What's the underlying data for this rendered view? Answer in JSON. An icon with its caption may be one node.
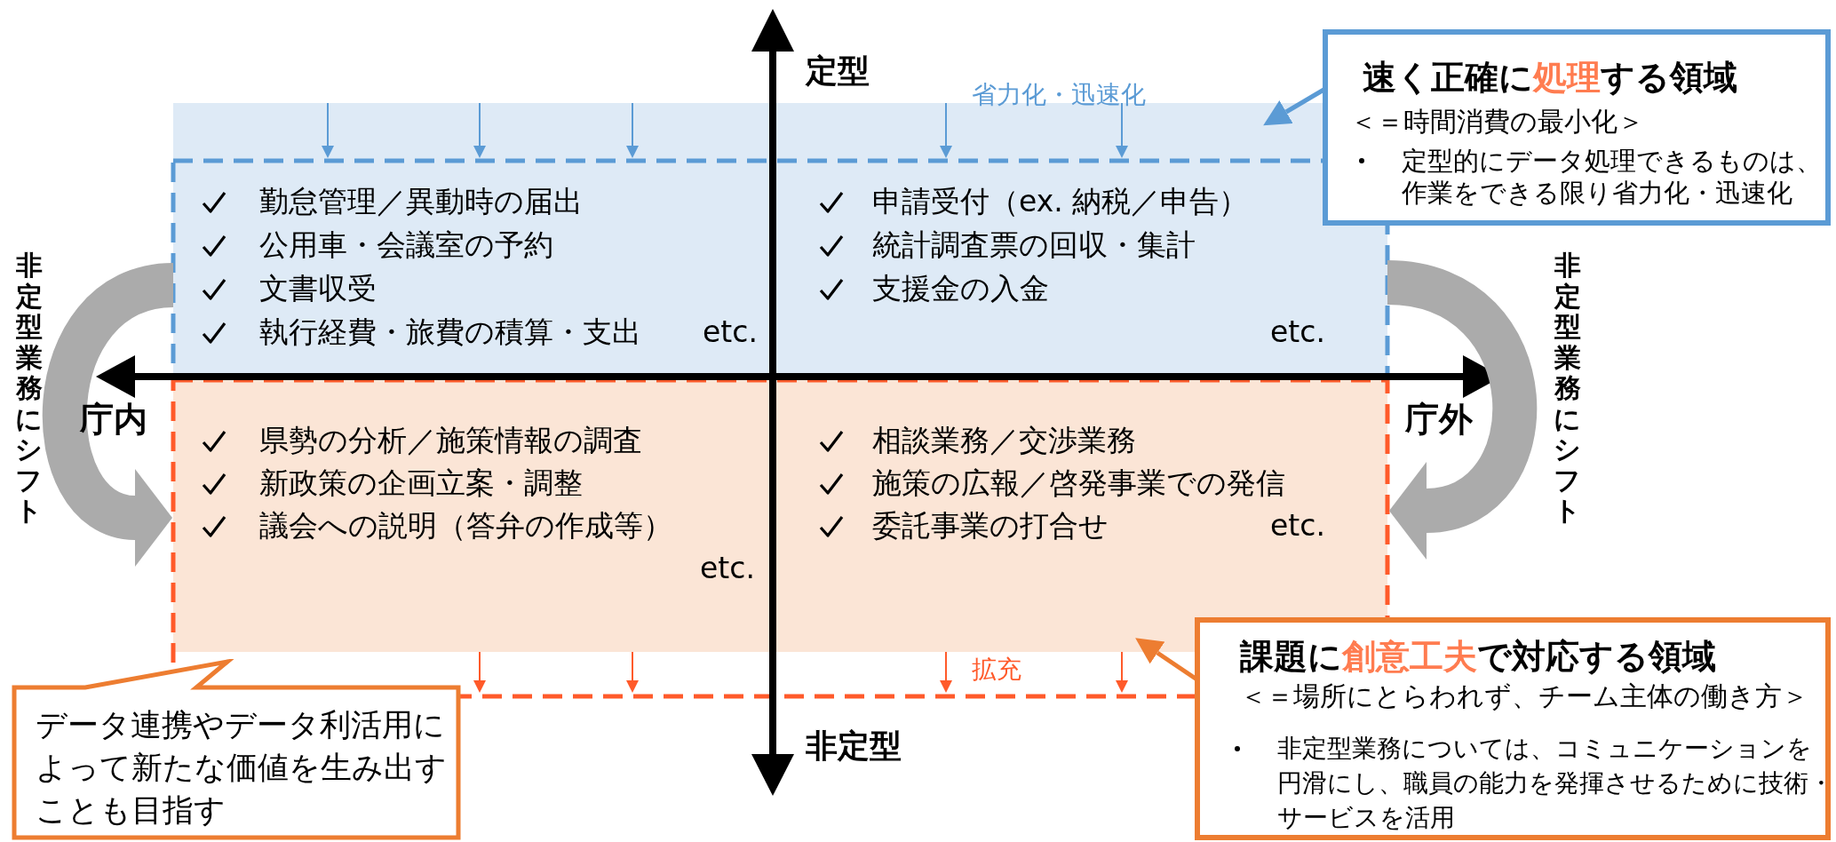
{
  "diagram": {
    "nodes": [
      {
        "text": [
          "勤怠管理／異動時の届出",
          "公用車・会議室の予約",
          "文書収受",
          "執行経費・旅費の積算・支出",
          "etc."
        ]
      },
      {
        "text": [
          "申請受付（ex. 納税／申告）",
          "統計調査票の回収・集計",
          "支援金の入金",
          "etc."
        ]
      },
      {
        "text": [
          "県勢の分析／施策情報の調査",
          "新政策の企画立案・調整",
          "議会への説明（答弁の作成等）",
          "etc."
        ]
      },
      {
        "text": [
          "相談業務／交渉業務",
          "施策の広報／啓発事業での発信",
          "委託事業の打合せ",
          "etc."
        ]
      },
      {
        "text": [
          "速く正確に",
          "処理",
          "する領域",
          "＜＝時間消費の最小化＞",
          "定型的にデータ処理できるものは、作業をできる限り省力化・迅速化"
        ]
      },
      {
        "text": [
          "課題に",
          "創意工夫",
          "で対応する領域",
          "＜＝場所にとらわれず、チーム主体の働き方＞",
          "非定型業務については、コミュニケーションを円滑にし、職員の能力を発揮させるために技術・サービスを活用"
        ]
      },
      {
        "text": [
          "データ連携やデータ利活用によって新たな価値を生み出すことも目指す"
        ]
      }
    ],
    "edges": [
      {
        "from": 4,
        "to": 1,
        "arrow": "to",
        "color": "#5b9bd5"
      },
      {
        "from": 5,
        "to": 3,
        "arrow": "to",
        "color": "#ed7d31"
      },
      {
        "from": 0,
        "to": 2,
        "arrow": "to",
        "style": "thick",
        "color": "#ababab"
      },
      {
        "from": 1,
        "to": 3,
        "arrow": "to",
        "style": "thick",
        "color": "#ababab"
      }
    ],
    "labels": [
      "定型",
      "省力化・迅速化",
      "非定型業務にシフト",
      "非定型業務にシフト",
      "庁内",
      "庁外",
      "拡充",
      "非定型"
    ]
  }
}
